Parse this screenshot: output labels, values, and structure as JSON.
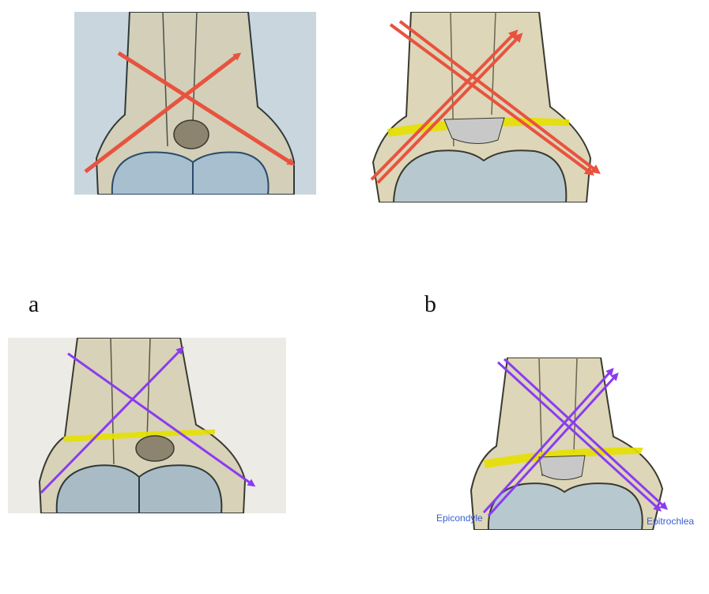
{
  "panel_labels": {
    "a": "a",
    "b": "b"
  },
  "annotations": {
    "left": "Epicondyle",
    "right": "Epitrochlea"
  },
  "colors": {
    "red_arrow": "#e8533f",
    "purple_arrow": "#8a3cf0",
    "bone": "#ddd6b8",
    "cartilage": "#b8c8cf",
    "fracture_line": "#e6e000"
  }
}
